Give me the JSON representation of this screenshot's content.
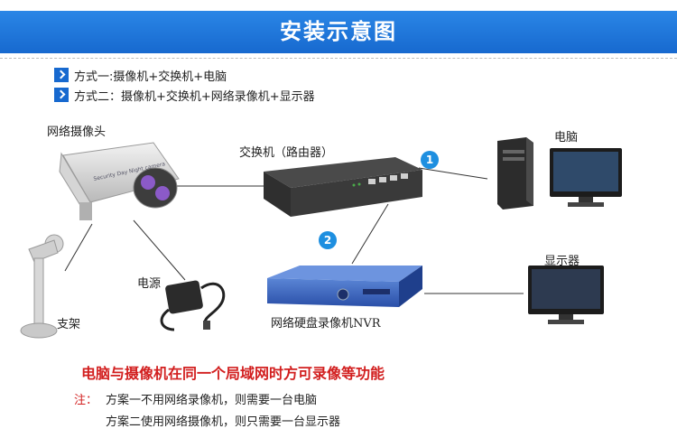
{
  "title": "安装示意图",
  "methods": [
    "方式一:摄像机+交换机+电脑",
    "方式二：摄像机+交换机+网络录像机+显示器"
  ],
  "labels": {
    "camera": "网络摄像头",
    "switch": "交换机（路由器）",
    "computer": "电脑",
    "monitor": "显示器",
    "power": "电源",
    "stand": "支架",
    "nvr": "网络硬盘录像机NVR"
  },
  "badges": [
    "1",
    "2"
  ],
  "red_title": "电脑与摄像机在同一个局域网时方可录像等功能",
  "note_label": "注：",
  "notes": [
    "方案一不用网络录像机，则需要一台电脑",
    "方案二使用网络摄像机，则只需要一台显示器"
  ]
}
